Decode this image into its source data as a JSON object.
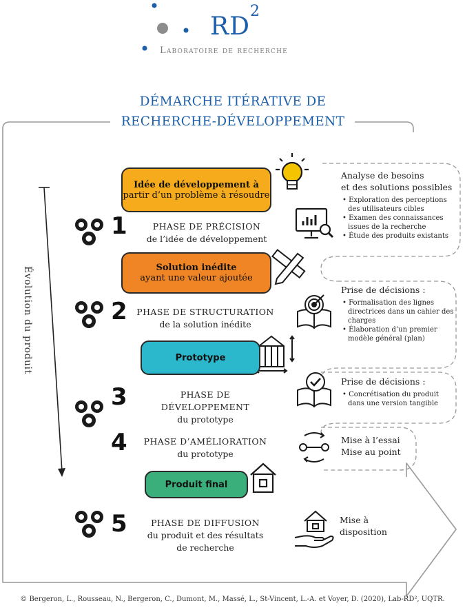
{
  "logo": {
    "name": "RD",
    "superscript": "2",
    "subtitle": "Laboratoire de recherche"
  },
  "title": {
    "line1": "DÉMARCHE ITÉRATIVE DE",
    "line2": "RECHERCHE-DÉVELOPPEMENT"
  },
  "axis_label": "Évolution du produit",
  "boxes": {
    "idea": {
      "line1": "Idée de développement à",
      "line2": "partir d’un problème à résoudre",
      "color": "#f5ab1b"
    },
    "solution": {
      "line1": "Solution inédite",
      "line2": "ayant une valeur ajoutée",
      "color": "#f08526"
    },
    "prototype": {
      "label": "Prototype",
      "color": "#2bb8cc"
    },
    "final": {
      "label": "Produit final",
      "color": "#3aaf7b"
    }
  },
  "phases": [
    {
      "number": "1",
      "line1": "PHASE DE PRÉCISION",
      "line2": "de l’idée de développement"
    },
    {
      "number": "2",
      "line1": "PHASE DE STRUCTURATION",
      "line2": "de la solution inédite"
    },
    {
      "number": "3",
      "line1": "PHASE DE DÉVELOPPEMENT",
      "line2": "du prototype"
    },
    {
      "number": "4",
      "line1": "PHASE D’AMÉLIORATION",
      "line2": "du prototype"
    },
    {
      "number": "5",
      "line1": "PHASE DE DIFFUSION",
      "line2": "du produit et des résultats",
      "line3": "de recherche"
    }
  ],
  "side_notes": {
    "analysis": {
      "heading1": "Analyse de besoins",
      "heading2": "et des solutions possibles",
      "items": [
        "Exploration des perceptions des utilisateurs cibles",
        "Examen des connaissances issues de la recherche",
        "Étude des produits existants"
      ]
    },
    "decisions1": {
      "heading": "Prise de décisions :",
      "items": [
        "Formalisation des lignes directrices dans un cahier des charges",
        "Élaboration d’un premier modèle général (plan)"
      ]
    },
    "decisions2": {
      "heading": "Prise de décisions :",
      "items": [
        "Concrétisation du produit dans une version tangible"
      ]
    },
    "testing": {
      "line1": "Mise à l’essai",
      "line2": "Mise au point"
    },
    "release": {
      "line1": "Mise à",
      "line2": "disposition"
    }
  },
  "icons": [
    "lightbulb-icon",
    "monitor-chart-icon",
    "pencil-ruler-icon",
    "gears-icon",
    "book-target-icon",
    "frame-structure-icon",
    "book-check-icon",
    "wrench-cycle-icon",
    "house-icon",
    "hand-house-icon"
  ],
  "accent_color": "#1d5fa8",
  "footer": "© Bergeron, L., Rousseau, N., Bergeron, C., Dumont, M., Massé, L., St-Vincent, L.-A. et Voyer, D. (2020), Lab-RD², UQTR."
}
